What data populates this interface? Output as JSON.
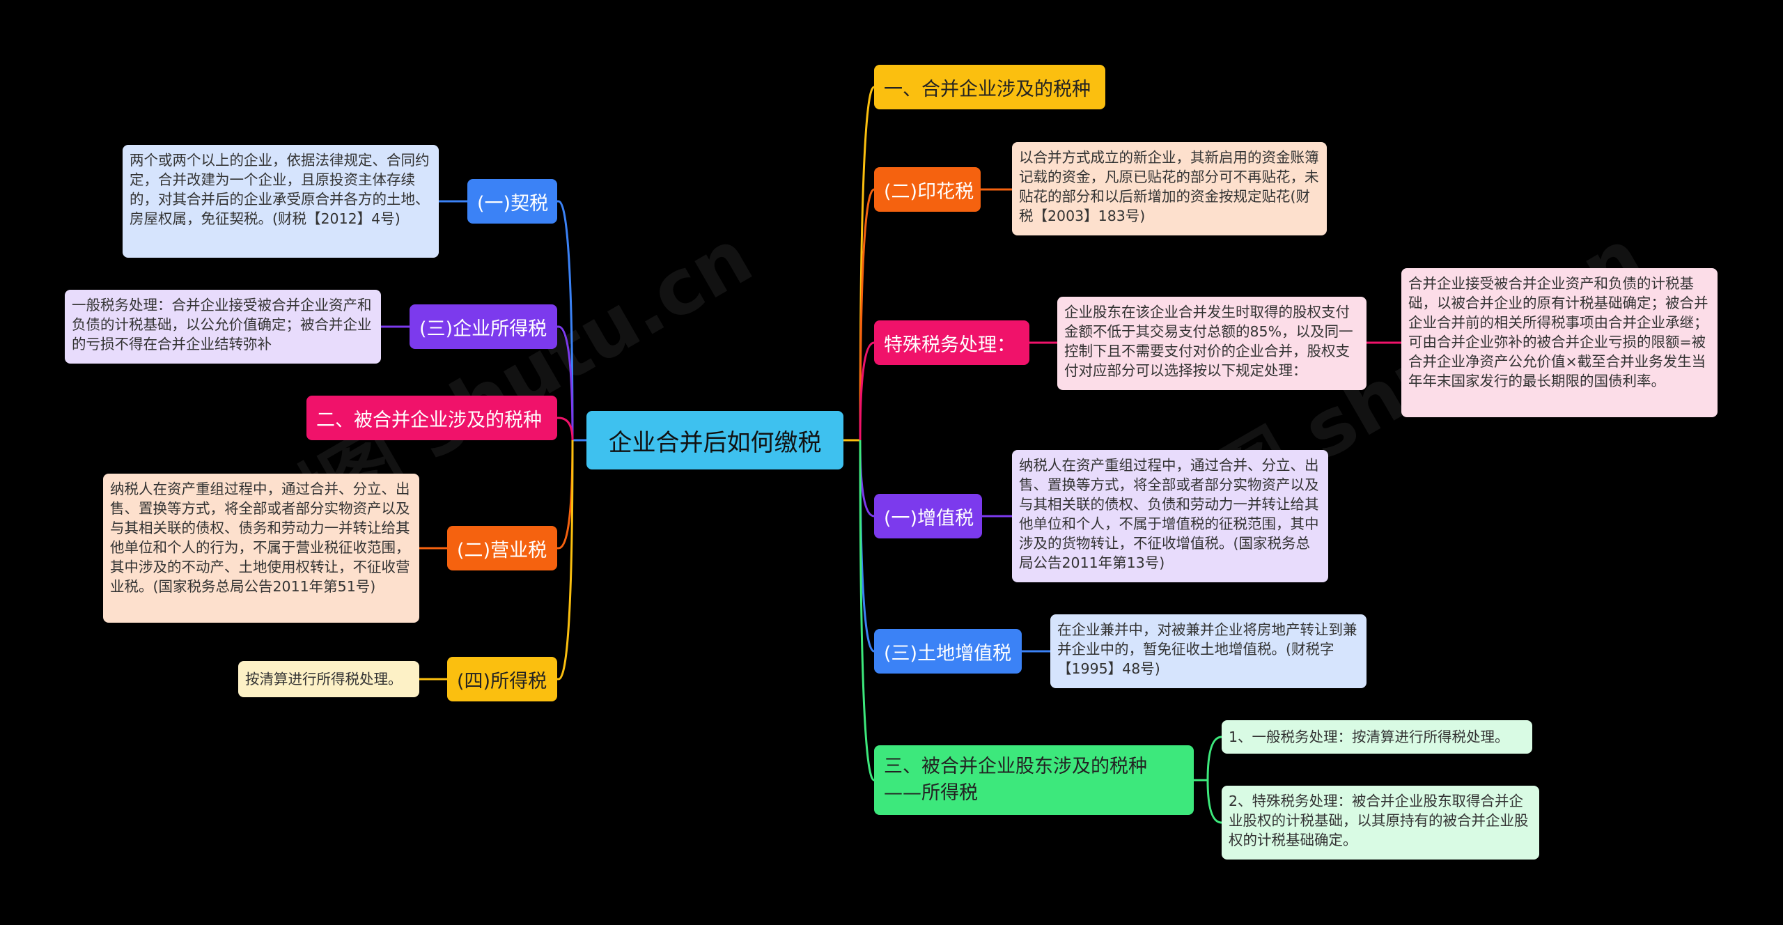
{
  "root": {
    "title": "企业合并后如何缴税"
  },
  "watermarks": [
    "树图 shutu.cn",
    "树图 shutu.cn"
  ],
  "left": {
    "qishui": {
      "label": "(一)契税",
      "desc": "两个或两个以上的企业，依据法律规定、合同约定，合并改建为一个企业，且原投资主体存续的，对其合并后的企业承受原合并各方的土地、房屋权属，免征契税。(财税【2012】4号)"
    },
    "qiyesuodeshui": {
      "label": "(三)企业所得税",
      "desc": "一般税务处理：合并企业接受被合并企业资产和负债的计税基础，以公允价值确定；被合并企业的亏损不得在合并企业结转弥补"
    },
    "section2": {
      "label": "二、被合并企业涉及的税种"
    },
    "yingyeshui": {
      "label": "(二)营业税",
      "desc": "纳税人在资产重组过程中，通过合并、分立、出售、置换等方式，将全部或者部分实物资产以及与其相关联的债权、债务和劳动力一并转让给其他单位和个人的行为，不属于营业税征收范围，其中涉及的不动产、土地使用权转让，不征收营业税。(国家税务总局公告2011年第51号)"
    },
    "suodeshui": {
      "label": "(四)所得税",
      "desc": "按清算进行所得税处理。"
    }
  },
  "right": {
    "section1": {
      "label": "一、合并企业涉及的税种"
    },
    "yinhuashui": {
      "label": "(二)印花税",
      "desc": "以合并方式成立的新企业，其新启用的资金账簿记载的资金，凡原已贴花的部分可不再贴花，未贴花的部分和以后新增加的资金按规定贴花(财税【2003】183号)"
    },
    "special": {
      "label": "特殊税务处理：",
      "desc": "企业股东在该企业合并发生时取得的股权支付金额不低于其交易支付总额的85%，以及同一控制下且不需要支付对价的企业合并，股权支付对应部分可以选择按以下规定处理：",
      "desc2": "合并企业接受被合并企业资产和负债的计税基础，以被合并企业的原有计税基础确定；被合并企业合并前的相关所得税事项由合并企业承继；可由合并企业弥补的被合并企业亏损的限额=被合并企业净资产公允价值×截至合并业务发生当年年末国家发行的最长期限的国债利率。"
    },
    "zengzhishui": {
      "label": "(一)增值税",
      "desc": "纳税人在资产重组过程中，通过合并、分立、出售、置换等方式，将全部或者部分实物资产以及与其相关联的债权、负债和劳动力一并转让给其他单位和个人，不属于增值税的征税范围，其中涉及的货物转让，不征收增值税。(国家税务总局公告2011年第13号)"
    },
    "tudi": {
      "label": "(三)土地增值税",
      "desc": "在企业兼并中，对被兼并企业将房地产转让到兼并企业中的，暂免征收土地增值税。(财税字【1995】48号)"
    },
    "section3": {
      "label": "三、被合并企业股东涉及的税种——所得税",
      "item1": "1、一般税务处理：按清算进行所得税处理。",
      "item2": "2、特殊税务处理：被合并企业股东取得合并企业股权的计税基础，以其原持有的被合并企业股权的计税基础确定。"
    }
  },
  "colors": {
    "root": "#3ec1ef",
    "blue": "#3b82f6",
    "purple": "#7c3aed",
    "pink": "#f0126a",
    "orange": "#f5620f",
    "yellow": "#fbbf0f",
    "green": "#3de87c",
    "leaf_blue": "#d6e4fd",
    "leaf_purple": "#e8dcfc",
    "leaf_orange": "#fde0cd",
    "leaf_yellow": "#fdf1c6",
    "leaf_pink": "#fcdde8",
    "leaf_green": "#d9fbe4"
  }
}
